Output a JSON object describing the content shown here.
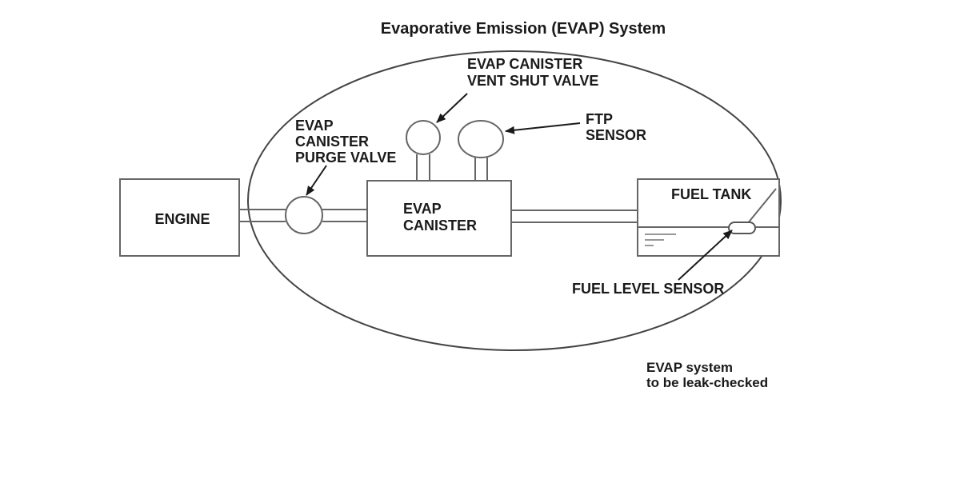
{
  "title": "Evaporative Emission (EVAP) System",
  "components": {
    "engine": "ENGINE",
    "purge_valve": [
      "EVAP",
      "CANISTER",
      "PURGE VALVE"
    ],
    "canister": [
      "EVAP",
      "CANISTER"
    ],
    "vent_shut_valve": [
      "EVAP CANISTER",
      "VENT SHUT VALVE"
    ],
    "ftp_sensor": [
      "FTP",
      "SENSOR"
    ],
    "fuel_tank": "FUEL TANK",
    "fuel_level_sensor": "FUEL LEVEL SENSOR"
  },
  "note": [
    "EVAP system",
    "to be leak-checked"
  ],
  "colors": {
    "text": "#1a1a1a",
    "line": "#666666",
    "background": "#ffffff"
  }
}
